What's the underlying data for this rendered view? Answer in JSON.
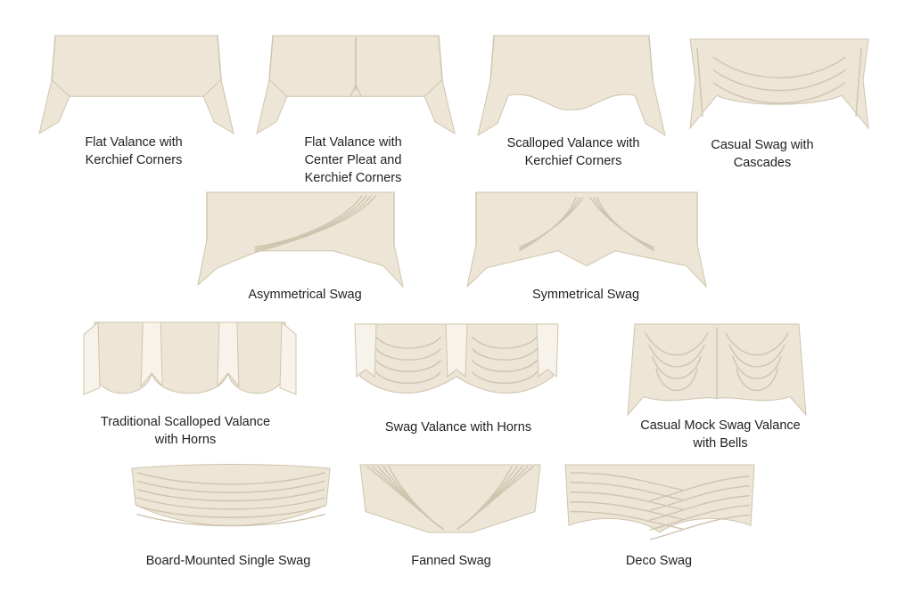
{
  "colors": {
    "background": "#ffffff",
    "fabric": "#ede5d6",
    "fabric_shadow": "#cfc4ae",
    "fabric_highlight": "#f8f3ea",
    "label_text": "#222222"
  },
  "valances": [
    {
      "id": "flat-kerchief",
      "style": "flat-kerchief",
      "lines": [
        "Flat Valance with",
        "Kerchief Corners"
      ]
    },
    {
      "id": "flat-center-pleat",
      "style": "flat-pleat",
      "lines": [
        "Flat Valance with",
        "Center Pleat and",
        "Kerchief Corners"
      ]
    },
    {
      "id": "scalloped-kerchief",
      "style": "scalloped-kerchief",
      "lines": [
        "Scalloped Valance with",
        "Kerchief Corners"
      ]
    },
    {
      "id": "casual-swag-cascades",
      "style": "casual-swag",
      "lines": [
        "Casual Swag with",
        "Cascades"
      ]
    },
    {
      "id": "asymmetrical-swag",
      "style": "asym-swag",
      "lines": [
        "Asymmetrical Swag"
      ]
    },
    {
      "id": "symmetrical-swag",
      "style": "sym-swag",
      "lines": [
        "Symmetrical Swag"
      ]
    },
    {
      "id": "traditional-scalloped-horns",
      "style": "scalloped-horns",
      "lines": [
        "Traditional Scalloped Valance",
        "with Horns"
      ]
    },
    {
      "id": "swag-valance-horns",
      "style": "swag-horns",
      "lines": [
        "Swag Valance with Horns"
      ]
    },
    {
      "id": "casual-mock-swag-bells",
      "style": "mock-swag-bells",
      "lines": [
        "Casual Mock Swag Valance",
        "with Bells"
      ]
    },
    {
      "id": "board-mounted-single-swag",
      "style": "board-swag",
      "lines": [
        "Board-Mounted Single Swag"
      ]
    },
    {
      "id": "fanned-swag",
      "style": "fanned-swag",
      "lines": [
        "Fanned Swag"
      ]
    },
    {
      "id": "deco-swag",
      "style": "deco-swag",
      "lines": [
        "Deco Swag"
      ]
    }
  ]
}
